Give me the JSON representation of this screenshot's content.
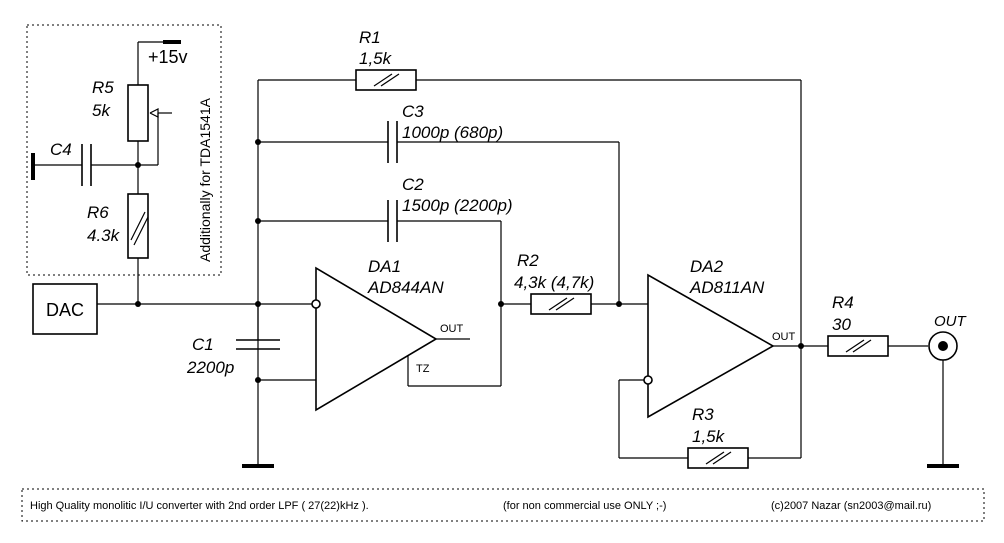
{
  "components": {
    "r1": {
      "name": "R1",
      "value": "1,5k"
    },
    "r2": {
      "name": "R2",
      "value": "4,3k (4,7k)"
    },
    "r3": {
      "name": "R3",
      "value": "1,5k"
    },
    "r4": {
      "name": "R4",
      "value": "30"
    },
    "r5": {
      "name": "R5",
      "value": "5k"
    },
    "r6": {
      "name": "R6",
      "value": "4.3k"
    },
    "c1": {
      "name": "C1",
      "value": "2200p"
    },
    "c2": {
      "name": "C2",
      "value": "1500p (2200p)"
    },
    "c3": {
      "name": "C3",
      "value": "1000p (680p)"
    },
    "c4": {
      "name": "C4"
    },
    "da1": {
      "name": "DA1",
      "part": "AD844AN",
      "out_pin": "OUT",
      "tz_pin": "TZ"
    },
    "da2": {
      "name": "DA2",
      "part": "AD811AN",
      "out_pin": "OUT"
    }
  },
  "supply_label": "+15v",
  "dac_label": "DAC",
  "output_label": "OUT",
  "option_note": "Additionally for TDA1541A",
  "footer": {
    "description": "High Quality monolitic I/U converter with 2nd order LPF ( 27(22)kHz ).",
    "usage": "(for non commercial use ONLY ;-)",
    "copyright": "(c)2007 Nazar  (sn2003@mail.ru)"
  }
}
